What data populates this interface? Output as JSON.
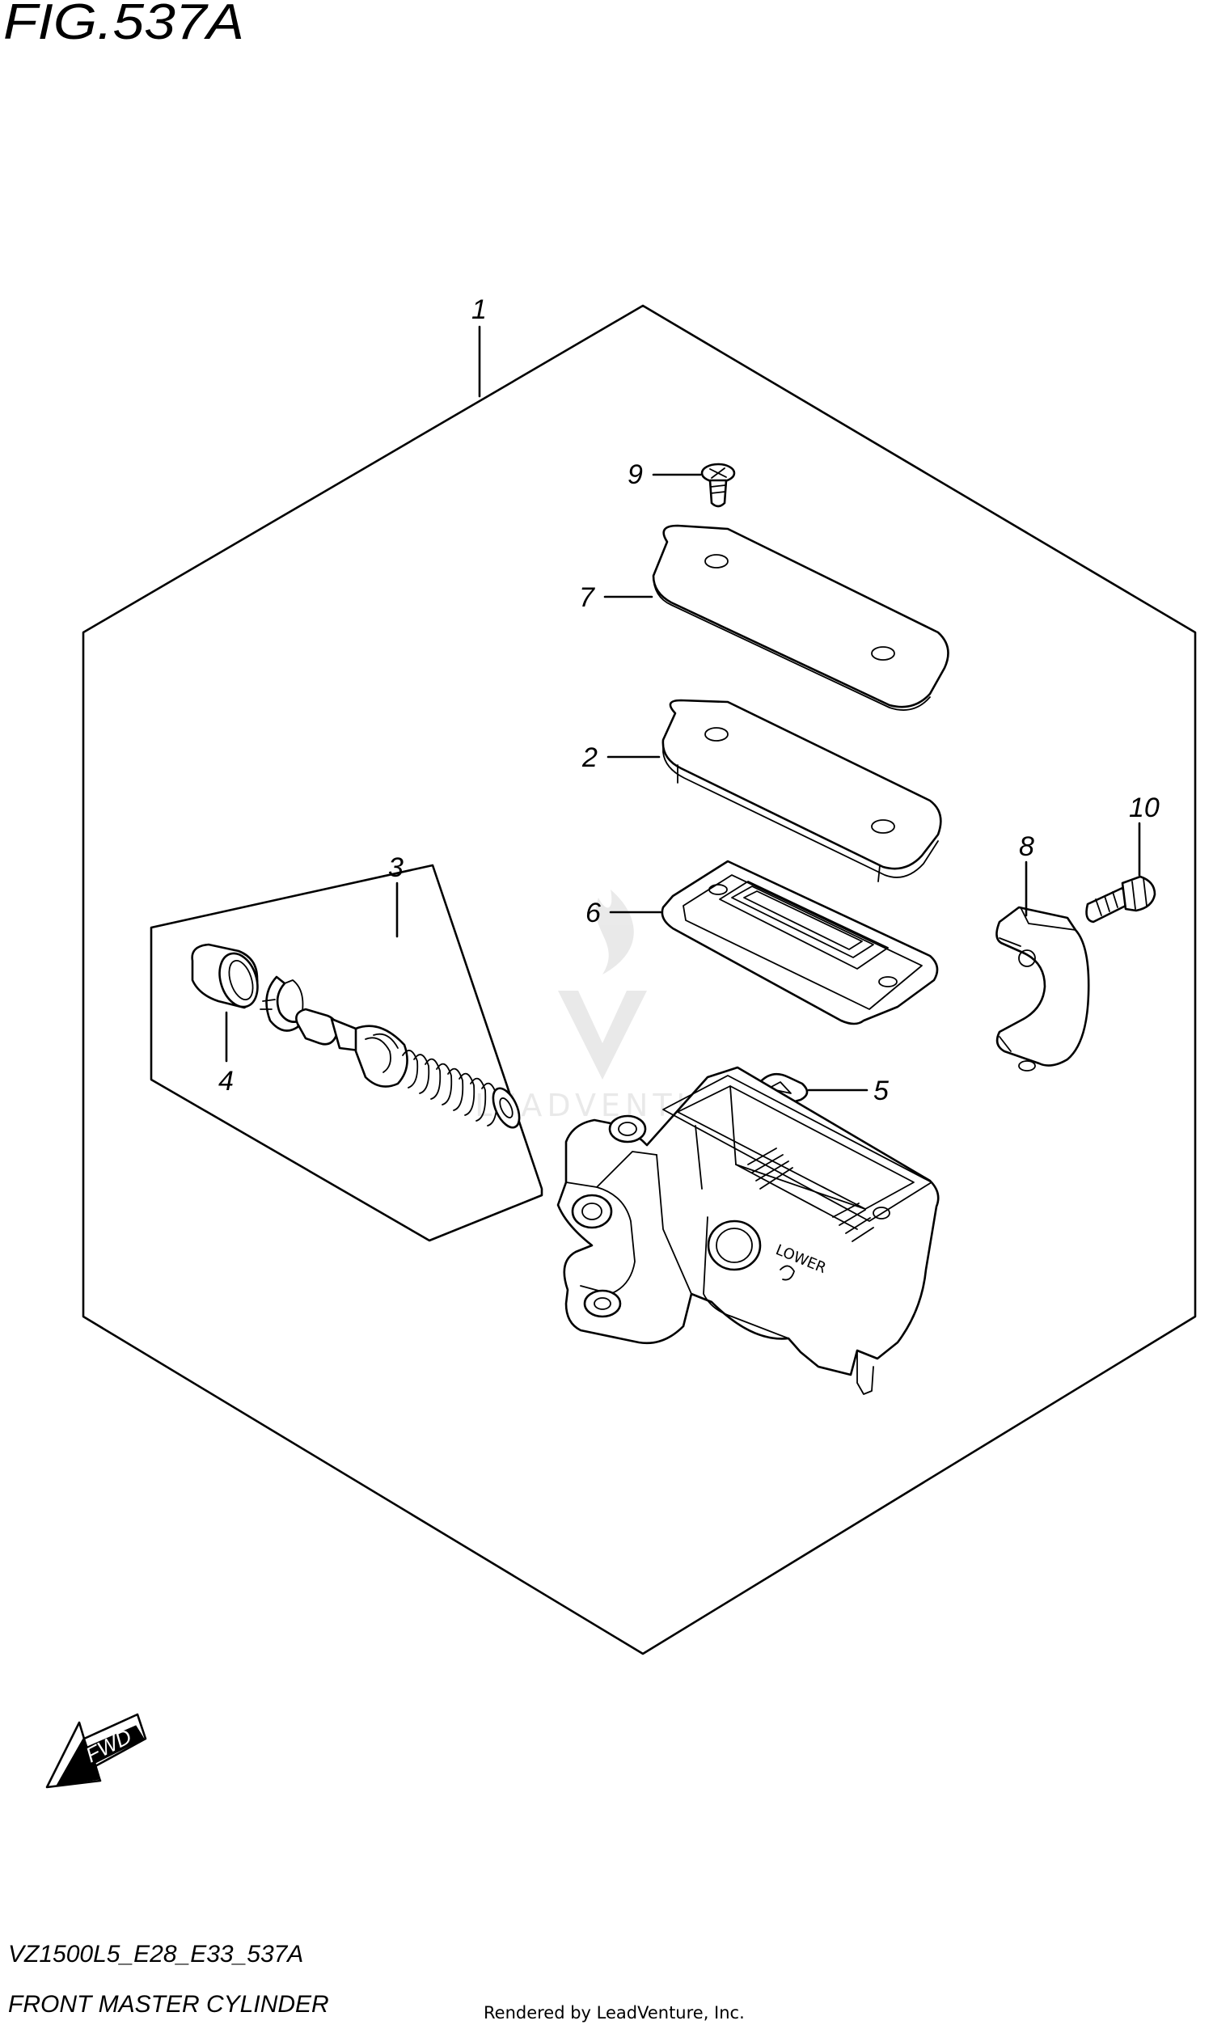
{
  "figure": {
    "title": "FIG.537A",
    "code": "VZ1500L5_E28_E33_537A",
    "name": "FRONT MASTER CYLINDER",
    "credit": "Rendered by LeadVenture, Inc."
  },
  "callouts": {
    "c1": "1",
    "c2": "2",
    "c3": "3",
    "c4": "4",
    "c5": "5",
    "c6": "6",
    "c7": "7",
    "c8": "8",
    "c9": "9",
    "c10": "10"
  },
  "labels": {
    "fwd": "FWD",
    "lower_mark": "LOWER"
  },
  "watermark": {
    "text": "LEADVENTURE"
  }
}
